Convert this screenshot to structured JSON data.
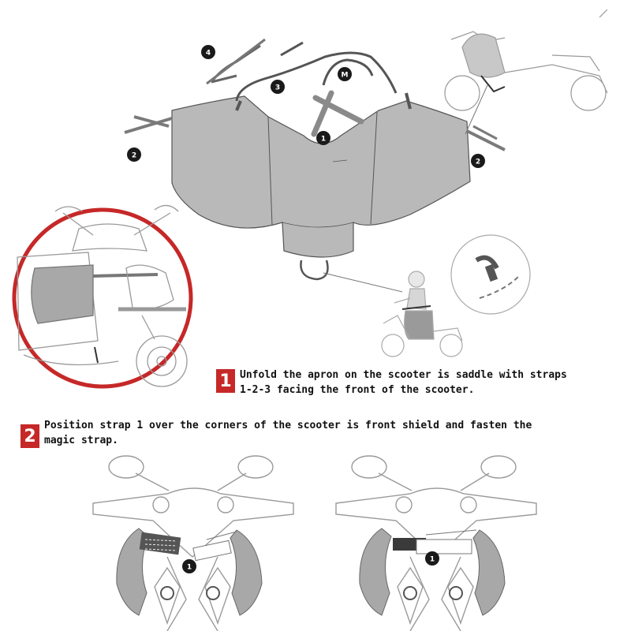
{
  "callouts": {
    "strap_1": "1",
    "strap_2": "2",
    "strap_3": "3",
    "strap_4": "4",
    "magic_strap": "M"
  },
  "steps": [
    {
      "number": "1",
      "lines": [
        "Unfold the apron on the scooter is saddle with straps",
        "1-2-3 facing the front of the scooter."
      ]
    },
    {
      "number": "2",
      "lines": [
        "Position strap 1 over the corners of the scooter is front shield and fasten the",
        "magic strap."
      ]
    }
  ],
  "colors": {
    "accent": "#c62828",
    "apron_fill": "#b9b9b9",
    "line": "#555555"
  }
}
